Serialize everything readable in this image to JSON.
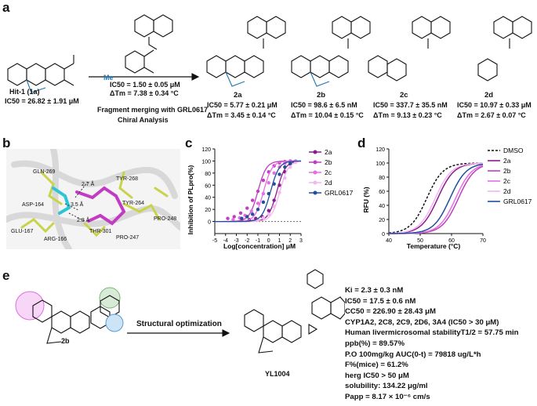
{
  "panels": {
    "a": "a",
    "b": "b",
    "c": "c",
    "d": "d",
    "e": "e"
  },
  "panel_a": {
    "hit": {
      "name": "Hit-1 (1a)",
      "ic50": "IC50 = 26.82 ± 1.91 μM"
    },
    "fragment": {
      "ic50": "IC50 = 1.50 ± 0.05 μM",
      "dtm": "ΔTm = 7.38 ± 0.34 °C",
      "me": "Me"
    },
    "arrow_text": [
      "Fragment merging with GRL0617",
      "Chiral Analysis"
    ],
    "compounds": [
      {
        "name": "2a",
        "ic50": "IC50 = 5.77 ± 0.21 μM",
        "dtm": "ΔTm = 3.45 ± 0.14 °C"
      },
      {
        "name": "2b",
        "ic50": "IC50 = 98.6 ± 6.5 nM",
        "dtm": "ΔTm = 10.04 ± 0.15 °C"
      },
      {
        "name": "2c",
        "ic50": "IC50 = 337.7 ± 35.5 nM",
        "dtm": "ΔTm = 9.13 ± 0.23 °C"
      },
      {
        "name": "2d",
        "ic50": "IC50 = 10.97 ± 0.33 μM",
        "dtm": "ΔTm = 2.67 ± 0.07 °C"
      }
    ]
  },
  "panel_b": {
    "residues": [
      "GLN-269",
      "TYR-268",
      "TYR-264",
      "ASP-164",
      "PRO-248",
      "GLU-167",
      "ARG-166",
      "THR-301",
      "PRO-247"
    ],
    "distances": [
      "2.7 Å",
      "3.5 Å",
      "2.8 Å"
    ]
  },
  "panel_e": {
    "left_name": "2b",
    "right_name": "YL1004",
    "arrow_text": "Structural optimization",
    "properties": [
      "Ki = 2.3 ± 0.3 nM",
      "IC50 = 17.5 ± 0.6 nM",
      "CC50 = 226.90 ± 28.43 μM",
      "CYP1A2, 2C8, 2C9, 2D6, 3A4 (IC50 > 30 μM)",
      "Human livermicrosomal stabilityT1/2 = 57.75 min",
      "ppb(%) = 89.57%",
      "P.O 100mg/kg AUC(0-t) = 79818 ug/L*h",
      "F%(mice) = 61.2%",
      "herg IC50 > 50 μM",
      "solubility: 134.22 μg/ml",
      "Papp = 8.17 × 10⁻⁶ cm/s"
    ]
  },
  "chart_data": [
    {
      "panel": "c",
      "type": "scatter",
      "xlabel": "Log[concentration] μM",
      "ylabel": "Inhibition of PLpro(%)",
      "xlim": [
        -5,
        3
      ],
      "ylim": [
        -20,
        120
      ],
      "xticks": [
        -5,
        -4,
        -3,
        -2,
        -1,
        0,
        1,
        2,
        3
      ],
      "yticks": [
        0,
        20,
        40,
        60,
        80,
        100,
        120
      ],
      "legend_position": "right",
      "series": [
        {
          "name": "2a",
          "color": "#8b1a8b",
          "ic50_log": 0.76,
          "x": [
            -2.5,
            -1.8,
            -1.2,
            -0.6,
            0,
            0.5,
            1,
            1.5,
            2,
            2.5
          ],
          "y": [
            2,
            3,
            5,
            8,
            18,
            35,
            60,
            82,
            95,
            100
          ]
        },
        {
          "name": "2b",
          "color": "#c03fc0",
          "ic50_log": -1.0,
          "x": [
            -3.8,
            -3.2,
            -2.6,
            -2,
            -1.5,
            -1,
            -0.5,
            0,
            0.5,
            1,
            1.5,
            2
          ],
          "y": [
            5,
            8,
            14,
            22,
            35,
            50,
            68,
            82,
            92,
            97,
            99,
            100
          ]
        },
        {
          "name": "2c",
          "color": "#e46ee4",
          "ic50_log": -0.47,
          "x": [
            -3.3,
            -2.7,
            -2.2,
            -1.6,
            -1,
            -0.5,
            0,
            0.5,
            1,
            1.5,
            2,
            2.5
          ],
          "y": [
            3,
            6,
            10,
            17,
            30,
            46,
            64,
            80,
            90,
            96,
            99,
            100
          ]
        },
        {
          "name": "2d",
          "color": "#f0b6f0",
          "ic50_log": 1.04,
          "x": [
            -2.2,
            -1.5,
            -1,
            -0.5,
            0,
            0.5,
            1,
            1.5,
            2,
            2.5
          ],
          "y": [
            1,
            2,
            3,
            6,
            12,
            25,
            48,
            72,
            90,
            98
          ]
        },
        {
          "name": "GRL0617",
          "color": "#1f4e9c",
          "ic50_log": 0.18,
          "x": [
            -2.5,
            -2,
            -1.5,
            -1,
            -0.5,
            0,
            0.5,
            1,
            1.5,
            2
          ],
          "y": [
            5,
            8,
            12,
            20,
            32,
            46,
            62,
            78,
            90,
            96
          ]
        }
      ]
    },
    {
      "panel": "d",
      "type": "line",
      "xlabel": "Temperature (°C)",
      "ylabel": "RFU (%)",
      "xlim": [
        40,
        70
      ],
      "ylim": [
        0,
        120
      ],
      "xticks": [
        40,
        50,
        60,
        70
      ],
      "yticks": [
        0,
        20,
        40,
        60,
        80,
        100,
        120
      ],
      "legend_position": "top-right",
      "series": [
        {
          "name": "DMSO",
          "color": "#111111",
          "dash": true,
          "tm": 52.1
        },
        {
          "name": "2a",
          "color": "#8b1a8b",
          "tm": 55.6
        },
        {
          "name": "2b",
          "color": "#c03fc0",
          "tm": 62.2
        },
        {
          "name": "2c",
          "color": "#e46ee4",
          "tm": 61.3
        },
        {
          "name": "2d",
          "color": "#f0b6f0",
          "tm": 54.8
        },
        {
          "name": "GRL0617",
          "color": "#1f4e9c",
          "tm": 59.5
        }
      ]
    }
  ]
}
